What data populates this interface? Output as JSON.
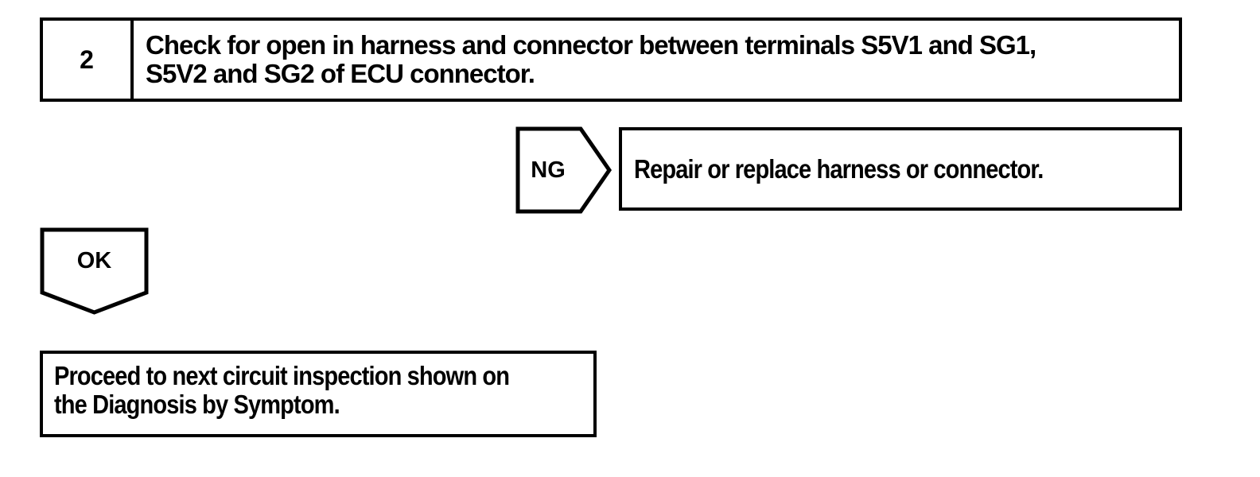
{
  "flowchart": {
    "step": {
      "number": "2",
      "instruction_lines": [
        "Check for open in harness and connector between terminals S5V1 and SG1,",
        "S5V2 and SG2 of ECU connector."
      ]
    },
    "ng_branch": {
      "label": "NG",
      "action": "Repair or replace harness or connector."
    },
    "ok_branch": {
      "label": "OK",
      "action_lines": [
        "Proceed to next circuit inspection shown on",
        "the Diagnosis by Symptom."
      ]
    },
    "colors": {
      "line": "#000000",
      "background": "#ffffff"
    }
  }
}
